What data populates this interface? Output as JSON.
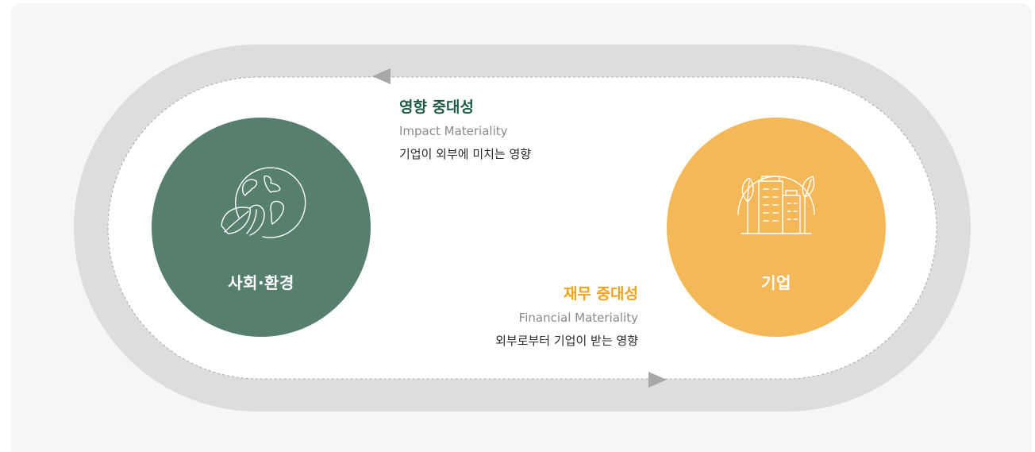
{
  "colors": {
    "panel_bg": "#f6f6f6",
    "track": "#dcdddc",
    "track_inner": "#ffffff",
    "arrow": "#a8a8a8",
    "society_green": "#577f6e",
    "company_yellow": "#f5b858",
    "impact_title": "#1f5a45",
    "financial_title": "#f0a21e"
  },
  "society": {
    "label": "사회·환경",
    "icon": "globe-with-leaf-icon"
  },
  "company": {
    "label": "기업",
    "icon": "buildings-with-leaves-icon"
  },
  "impact": {
    "title": "영향 중대성",
    "subtitle": "Impact Materiality",
    "description": "기업이 외부에 미치는 영향",
    "arrow_direction": "left"
  },
  "financial": {
    "title": "재무 중대성",
    "subtitle": "Financial Materiality",
    "description": "외부로부터 기업이 받는 영향",
    "arrow_direction": "right"
  }
}
